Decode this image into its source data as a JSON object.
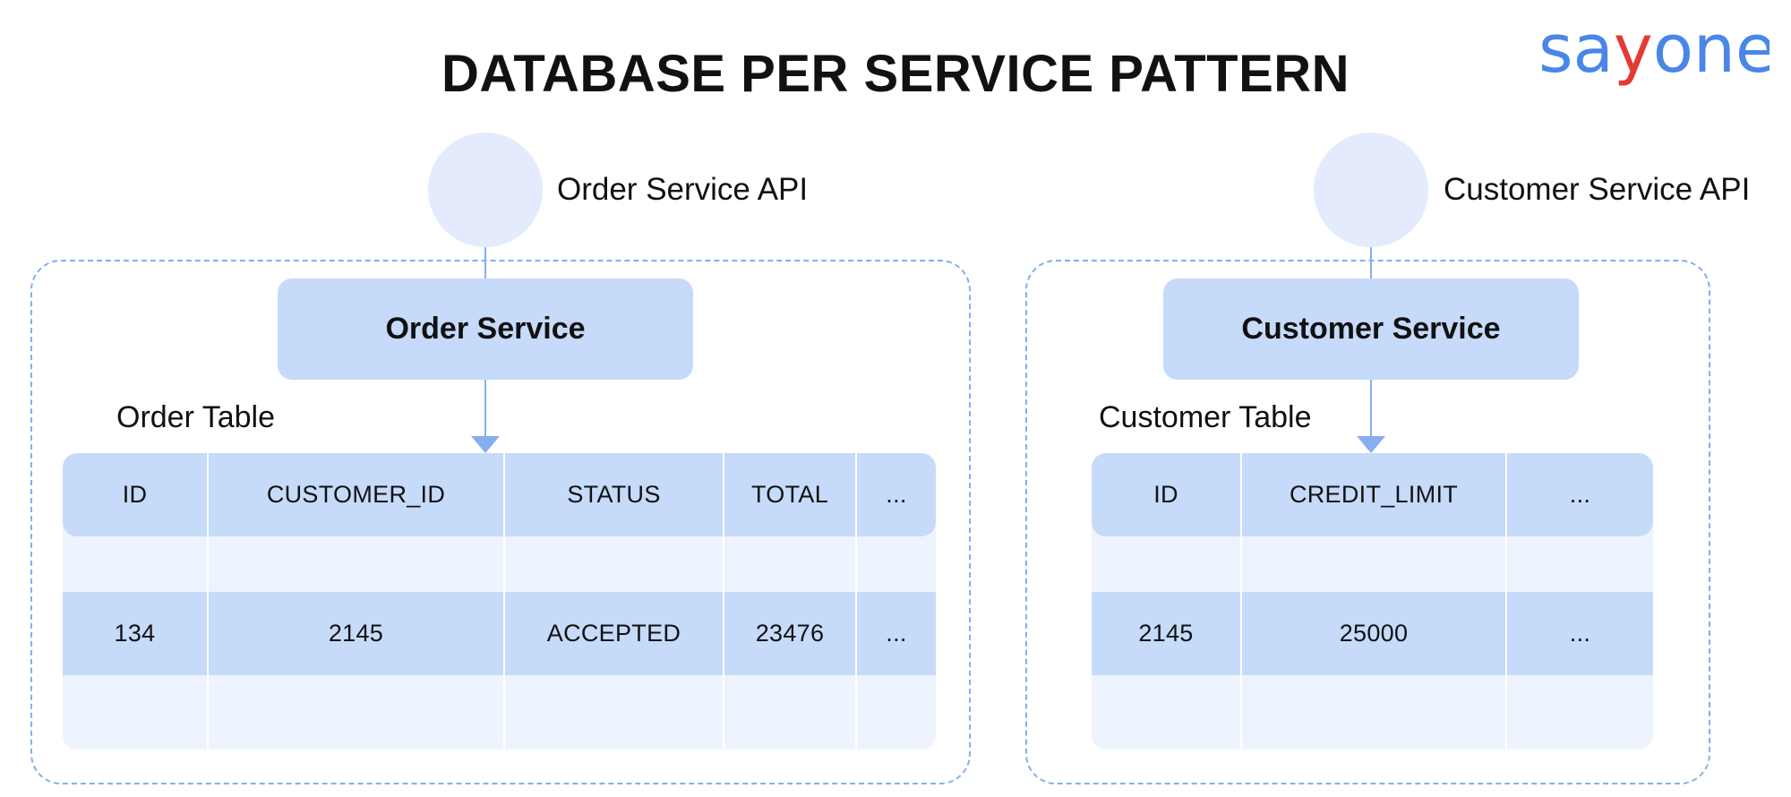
{
  "title": "DATABASE PER SERVICE PATTERN",
  "logo": {
    "text_left": "sa",
    "text_mid": "y",
    "text_right": "one",
    "primary_color": "#4a86e8",
    "accent_color": "#e53935"
  },
  "colors": {
    "service_fill": "#c6daf9",
    "circle_fill": "#e3ebfc",
    "border_dashed": "#86aef0",
    "table_empty_fill": "#eef4fd"
  },
  "order": {
    "api_label": "Order Service API",
    "service_label": "Order Service",
    "table_label": "Order Table",
    "columns": [
      "ID",
      "CUSTOMER_ID",
      "STATUS",
      "TOTAL",
      "..."
    ],
    "row": [
      "134",
      "2145",
      "ACCEPTED",
      "23476",
      "..."
    ]
  },
  "customer": {
    "api_label": "Customer Service API",
    "service_label": "Customer Service",
    "table_label": "Customer Table",
    "columns": [
      "ID",
      "CREDIT_LIMIT",
      "..."
    ],
    "row": [
      "2145",
      "25000",
      "..."
    ]
  }
}
